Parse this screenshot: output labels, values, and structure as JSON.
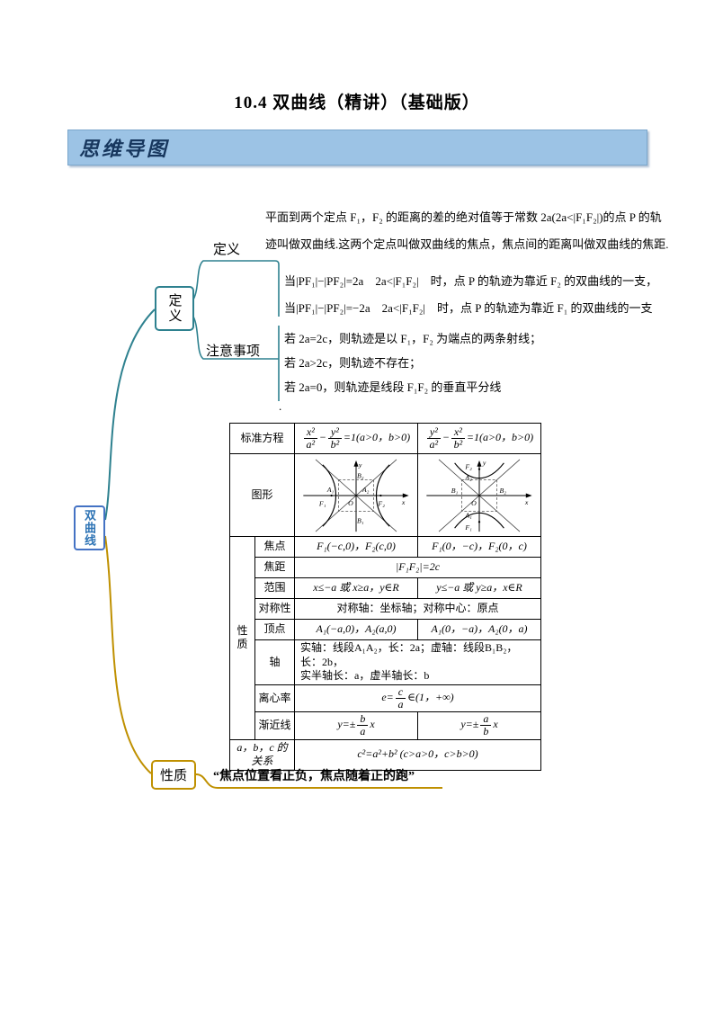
{
  "page": {
    "title": "10.4 双曲线（精讲）（基础版）"
  },
  "banner": {
    "label": "思维导图"
  },
  "mindmap": {
    "root_label": "双曲线",
    "definition_node_label": "定义",
    "definition_branch_label": "定义",
    "notes_branch_label": "注意事项",
    "properties_node_label": "性质",
    "definition_text_line1": "平面到两个定点 F₁，F₂ 的距离的差的绝对值等于常数 2a(2a<|F₁F₂|)的点 P 的轨",
    "definition_text_line2": "迹叫做双曲线.这两个定点叫做双曲线的焦点，焦点间的距离叫做双曲线的焦距.",
    "definition_cases": [
      "当|PF₁|−|PF₂|=2a　2a<|F₁F₂|　时，点 P 的轨迹为靠近 F₂ 的双曲线的一支，",
      "当|PF₁|−|PF₂|=−2a　2a<|F₁F₂|　时，点 P 的轨迹为靠近 F₁ 的双曲线的一支"
    ],
    "notes": [
      "若 2a=2c，则轨迹是以 F₁，F₂ 为端点的两条射线；",
      "若 2a>2c，则轨迹不存在；",
      "若 2a=0，则轨迹是线段 F₁F₂ 的垂直平分线"
    ],
    "stray_dot": ".",
    "quote": "“焦点位置看正负，焦点随着正的跑”"
  },
  "table": {
    "labels": {
      "standard_equation": "标准方程",
      "graph": "图形",
      "properties": "性质",
      "foci": "焦点",
      "focal_distance": "焦距",
      "range": "范围",
      "symmetry": "对称性",
      "vertices": "顶点",
      "axes": "轴",
      "eccentricity": "离心率",
      "asymptotes": "渐近线",
      "abc_relation": "a，b，c 的关系"
    },
    "standard_equation": {
      "col1": {
        "num1": "x²",
        "den1": "a²",
        "op": "−",
        "num2": "y²",
        "den2": "b²",
        "rhs": "=1(a>0，b>0)"
      },
      "col2": {
        "num1": "y²",
        "den1": "a²",
        "op": "−",
        "num2": "x²",
        "den2": "b²",
        "rhs": "=1(a>0，b>0)"
      }
    },
    "foci": {
      "col1": "F₁(−c,0)，F₂(c,0)",
      "col2": "F₁(0，−c)，F₂(0，c)"
    },
    "focal_distance": "|F₁F₂|=2c",
    "range": {
      "col1": "x≤−a 或 x≥a，y∈R",
      "col2": "y≤−a 或 y≥a，x∈R"
    },
    "symmetry": "对称轴：坐标轴；对称中心：原点",
    "vertices": {
      "col1": "A₁(−a,0)，A₂(a,0)",
      "col2": "A₁(0，−a)，A₂(0，a)"
    },
    "axes_line1": "实轴：线段A₁A₂，长：2a；虚轴：线段B₁B₂，长：2b，",
    "axes_line2": "实半轴长：a，虚半轴长：b",
    "eccentricity": {
      "pre": "e=",
      "num": "c",
      "den": "a",
      "post": "∈(1，+∞)"
    },
    "asymptote1": {
      "pre": "y=±",
      "num": "b",
      "den": "a",
      "post": "x"
    },
    "asymptote2": {
      "pre": "y=±",
      "num": "a",
      "den": "b",
      "post": "x"
    },
    "abc_relation": "c²=a²+b² (c>a>0，c>b>0)"
  },
  "figures": {
    "labels": {
      "y": "y",
      "x": "x",
      "O": "O",
      "F1": "F₁",
      "F2": "F₂",
      "A1": "A₁",
      "A2": "A₂",
      "B1": "B₁",
      "B2": "B₂"
    }
  },
  "colors": {
    "banner_bg": "#9CC3E5",
    "banner_text": "#17375E",
    "teal_branch": "#2E818F",
    "gold_branch": "#BF9000",
    "root_border": "#4472C4"
  }
}
